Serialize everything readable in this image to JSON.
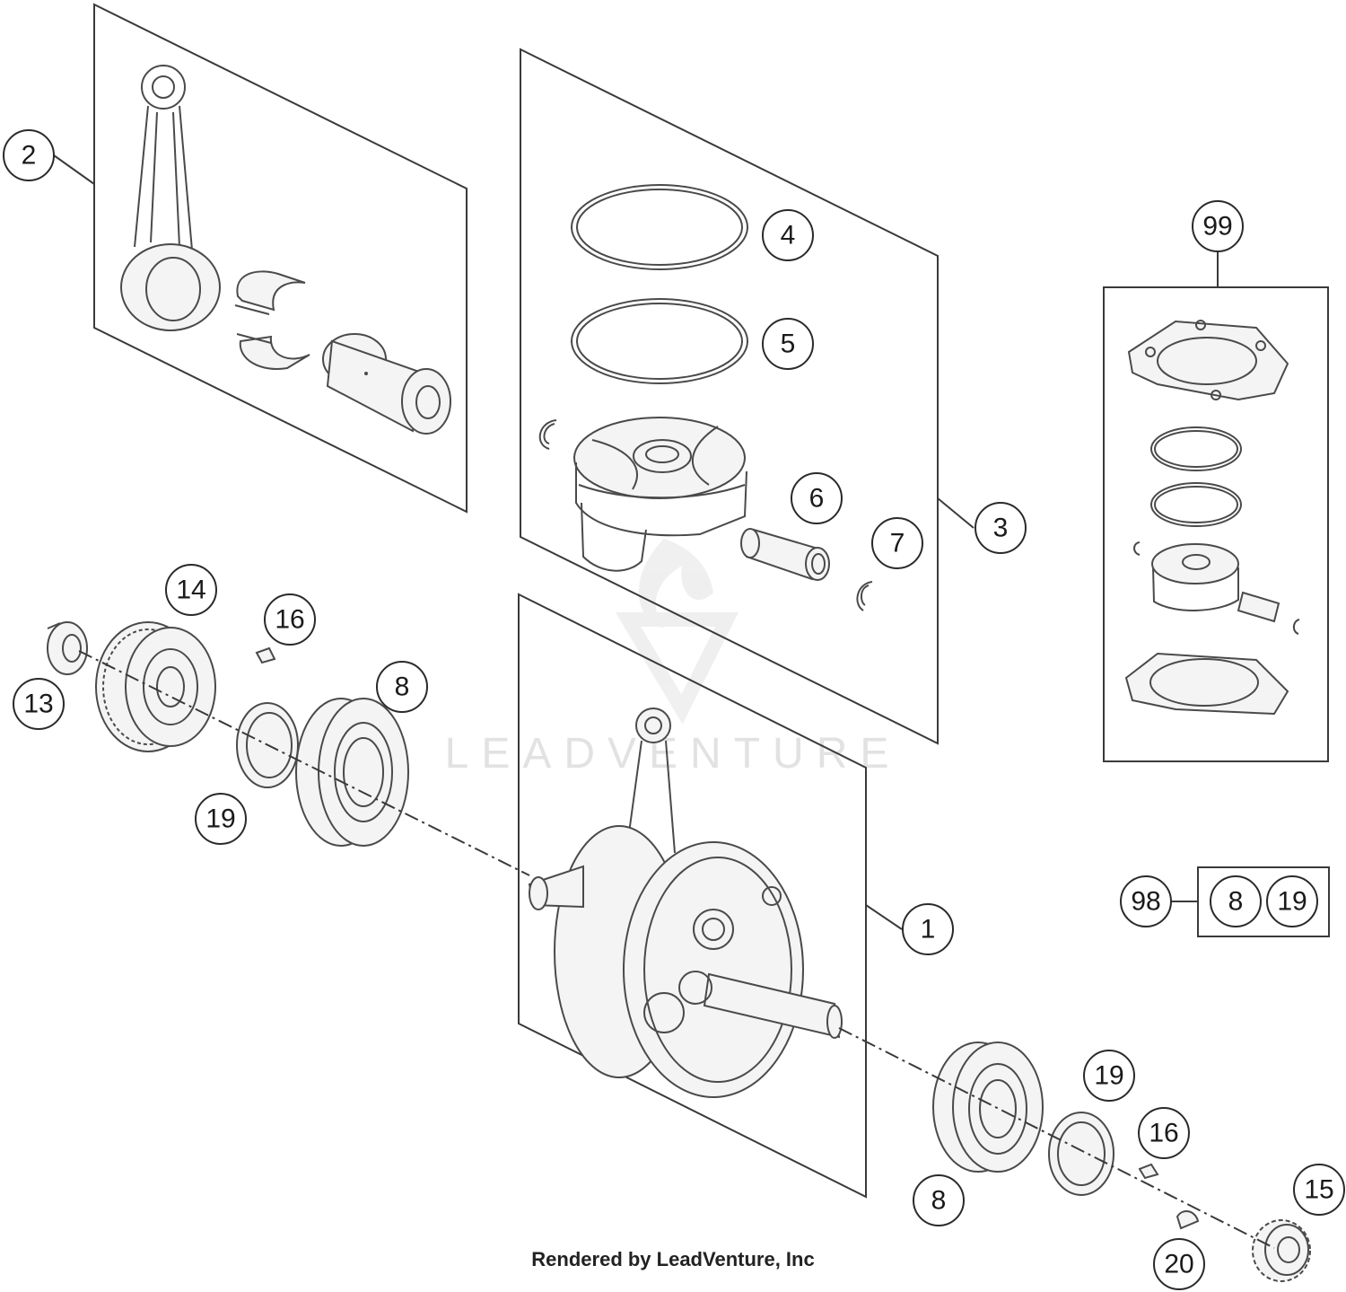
{
  "diagram": {
    "watermark": "LEADVENTURE",
    "credit": "Rendered by LeadVenture, Inc",
    "callouts": {
      "c1": "1",
      "c2": "2",
      "c3": "3",
      "c4": "4",
      "c5": "5",
      "c6": "6",
      "c7": "7",
      "c8a": "8",
      "c8b": "8",
      "c13": "13",
      "c14": "14",
      "c15": "15",
      "c16a": "16",
      "c16b": "16",
      "c19a": "19",
      "c19b": "19",
      "c20": "20",
      "c98": "98",
      "c98_8": "8",
      "c98_19": "19",
      "c99": "99"
    },
    "parts": {
      "connecting_rod_kit": "connecting rod kit",
      "piston_kit": "piston kit",
      "crankshaft": "crankshaft",
      "gasket_kit": "gasket kit",
      "bearing_seal_kit": "bearing and seal kit"
    }
  }
}
